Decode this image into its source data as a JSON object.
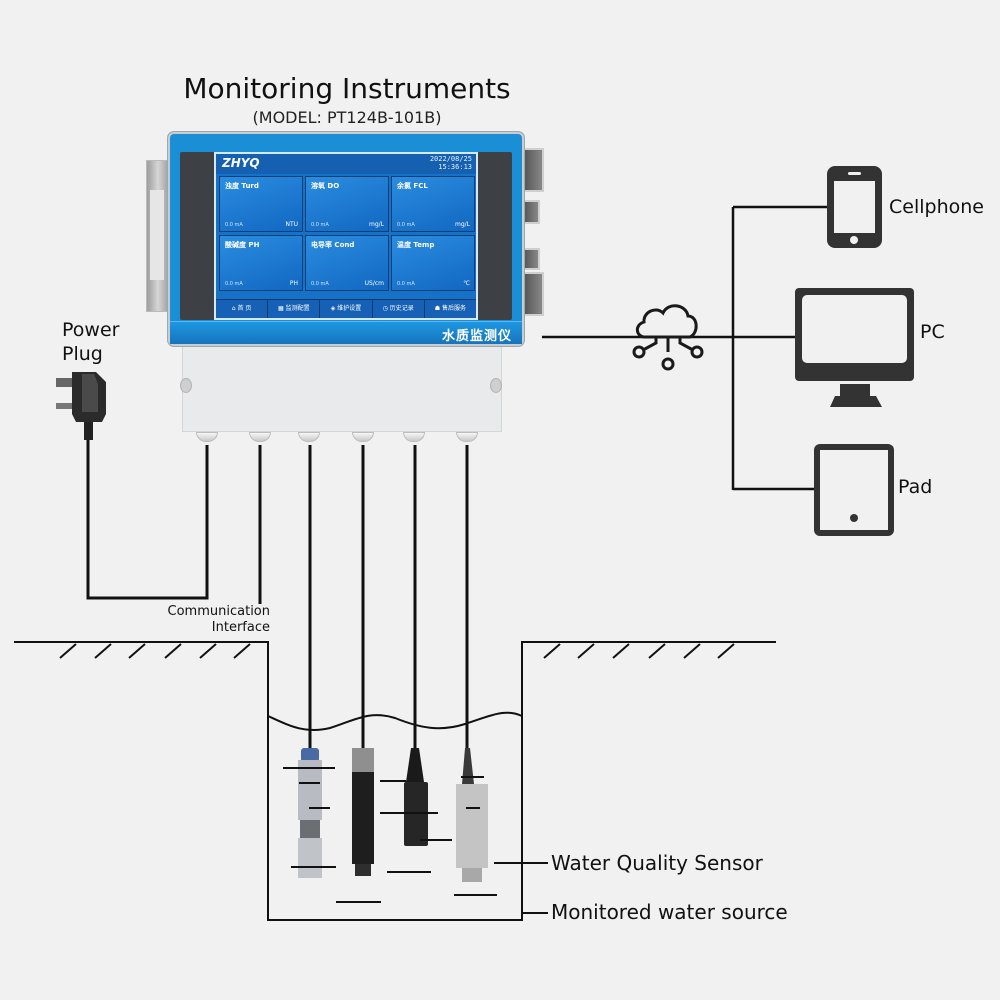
{
  "header": {
    "title": "Monitoring Instruments",
    "model": "(MODEL: PT124B-101B)"
  },
  "device": {
    "brand": "ZHYQ",
    "date": "2022/08/25",
    "time": "15:36:13",
    "footer_label": "水质监测仪",
    "tiles": [
      {
        "name": "浊度 Turd",
        "meta": "0.0   mA",
        "unit": "NTU"
      },
      {
        "name": "溶氧 DO",
        "meta": "0.0   mA",
        "unit": "mg/L"
      },
      {
        "name": "余氯 FCL",
        "meta": "0.0   mA",
        "unit": "mg/L"
      },
      {
        "name": "酸碱度 PH",
        "meta": "0.0   mA",
        "unit": "PH"
      },
      {
        "name": "电导率 Cond",
        "meta": "0.0   mA",
        "unit": "US/cm"
      },
      {
        "name": "温度 Temp",
        "meta": "0.0   mA",
        "unit": "℃"
      }
    ],
    "nav": [
      {
        "icon": "home-icon",
        "label": "首   页"
      },
      {
        "icon": "settings-icon",
        "label": "监测配置"
      },
      {
        "icon": "shield-icon",
        "label": "维护设置"
      },
      {
        "icon": "clock-icon",
        "label": "历史记录"
      },
      {
        "icon": "user-icon",
        "label": "售后服务"
      }
    ]
  },
  "labels": {
    "power_plug_line1": "Power",
    "power_plug_line2": "Plug",
    "comm_line1": "Communication",
    "comm_line2": "Interface",
    "cellphone": "Cellphone",
    "pc": "PC",
    "pad": "Pad",
    "sensor": "Water Quality Sensor",
    "water_source": "Monitored water source"
  },
  "icons": {
    "cloud": "cloud-network-icon",
    "cellphone": "cellphone-icon",
    "pc": "monitor-icon",
    "pad": "tablet-icon",
    "plug": "power-plug-icon"
  }
}
